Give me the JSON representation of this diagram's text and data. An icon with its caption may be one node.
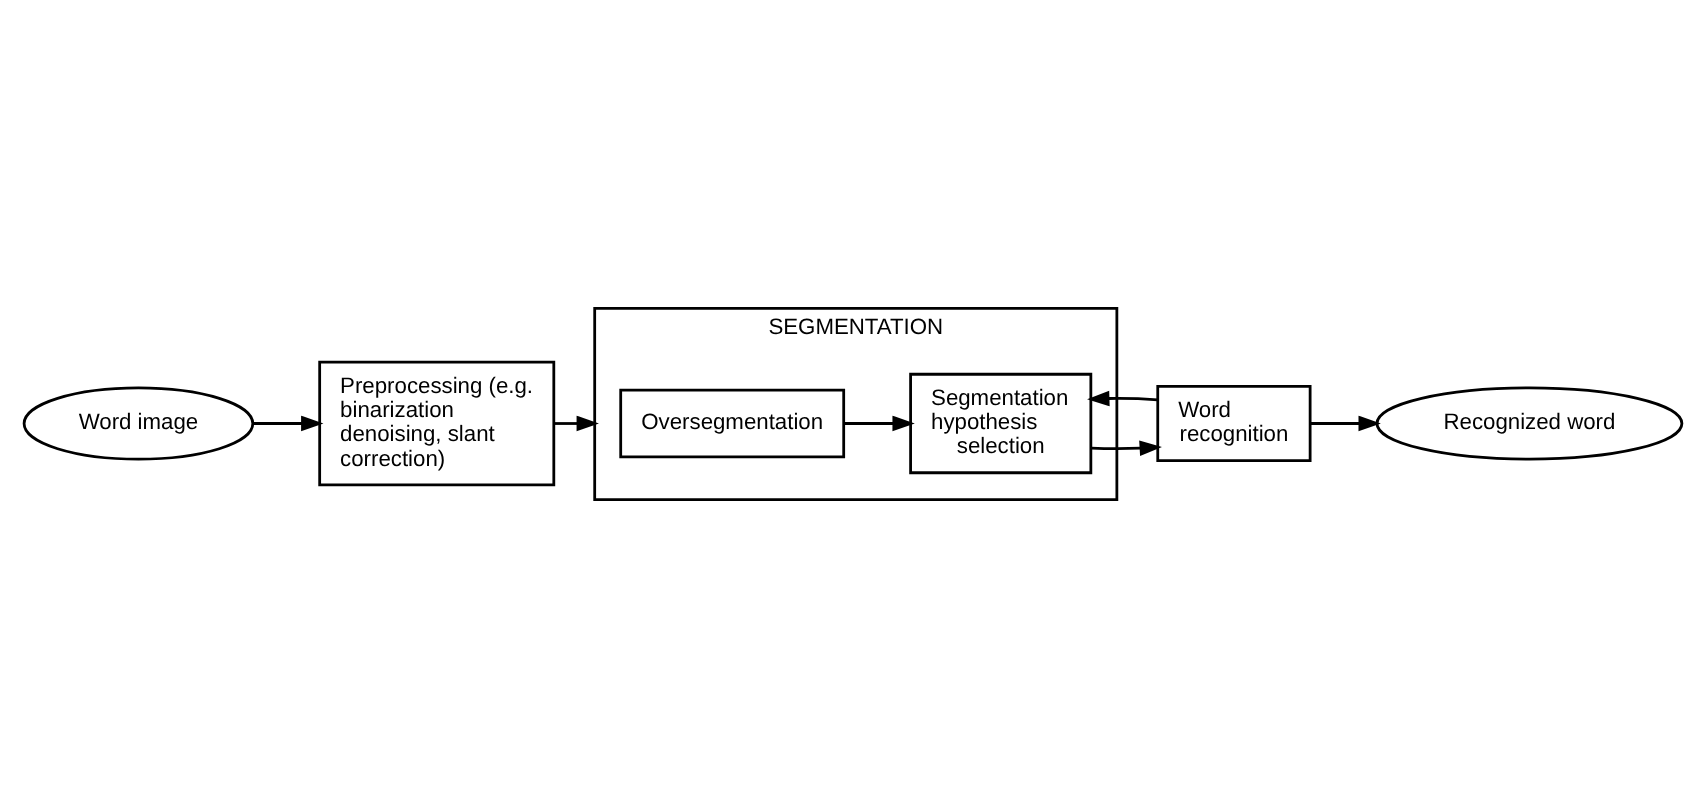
{
  "diagram": {
    "nodes": [
      {
        "text": [
          "Word image"
        ]
      },
      {
        "text": [
          "Preprocessing (e.g. binarization denoising, slant correction)"
        ]
      },
      {
        "text": [
          "SEGMENTATION"
        ]
      },
      {
        "text": [
          "Oversegmentation"
        ],
        "in": 2
      },
      {
        "text": [
          "Segmentation hypothesis selection"
        ],
        "in": 2
      },
      {
        "text": [
          "Word recognition"
        ]
      },
      {
        "text": [
          "Recognized word"
        ]
      }
    ],
    "edges": [
      {
        "from": 0,
        "to": 1,
        "arrow": "to"
      },
      {
        "from": 1,
        "to": 2,
        "arrow": "to"
      },
      {
        "from": 3,
        "to": 4,
        "arrow": "to"
      },
      {
        "from": 4,
        "to": 5,
        "arrow": "to"
      },
      {
        "from": 5,
        "to": 4,
        "arrow": "to"
      },
      {
        "from": 5,
        "to": 6,
        "arrow": "to"
      }
    ]
  }
}
